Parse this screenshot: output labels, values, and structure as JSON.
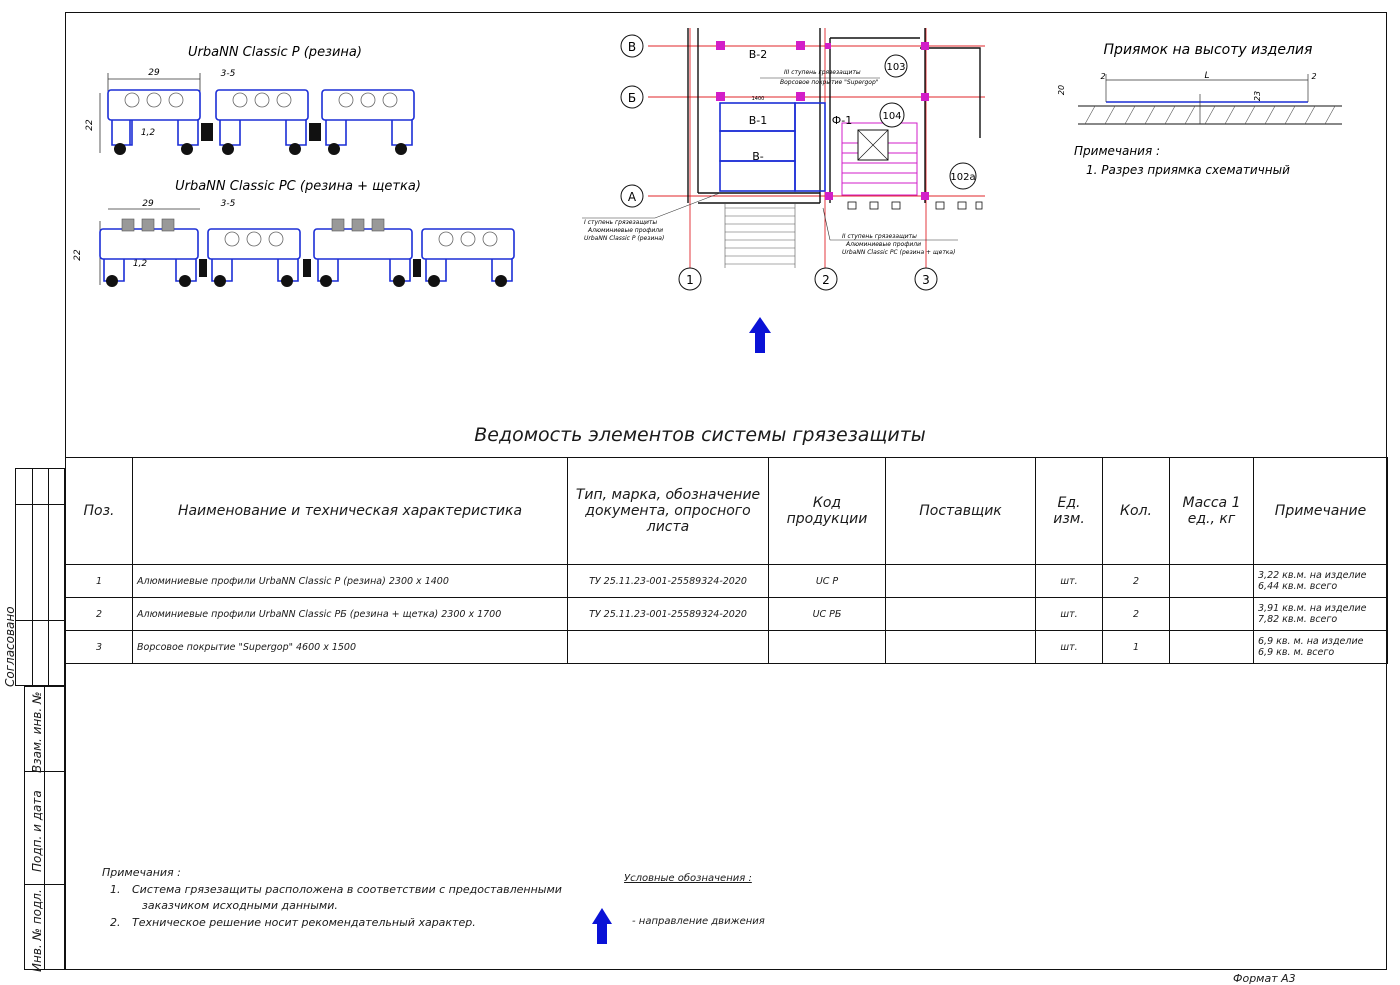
{
  "profile_top": {
    "title": "UrbaNN Classic  P  (резина)",
    "dim_width": "29",
    "dim_gap": "3-5",
    "dim_height": "22",
    "dim_small": "1,2"
  },
  "profile_bottom": {
    "title": "UrbaNN Classic  PC  (резина + щетка)",
    "dim_width": "29",
    "dim_gap": "3-5",
    "dim_height": "22",
    "dim_small": "1,2"
  },
  "plan": {
    "axes_letters": [
      "В",
      "Б",
      "А"
    ],
    "axes_numbers": [
      "1",
      "2",
      "3"
    ],
    "rooms": [
      "103",
      "104",
      "102а"
    ],
    "zones": [
      "В-2",
      "В-1",
      "В-",
      "Ф-1"
    ],
    "callout_left": [
      "I ступень грязезащиты",
      "Алюминиевые профили",
      "UrbaNN Classic  P (резина)"
    ],
    "callout_top": [
      "III ступень грязезащиты",
      "Ворсовое покрытие  \"Supergop\""
    ],
    "callout_bottom": [
      "II ступень грязезащиты",
      "Алюминиевые профили",
      "UrbaNN Classic  PC (резина + щетка)"
    ],
    "dim_label": "1400"
  },
  "pit": {
    "title": "Приямок на высоту изделия",
    "dim_left": "20",
    "dim_l": "L",
    "dim_23": "23",
    "dim_2a": "2",
    "dim_2b": "2",
    "notes_title": "Примечания :",
    "note_1": "1. Разрез приямка схематичный"
  },
  "table": {
    "title": "Ведомость элементов системы грязезащиты",
    "headers": {
      "pos": "Поз.",
      "name": "Наименование и техническая характеристика",
      "type": "Тип, марка, обозначение документа, опросного листа",
      "code": "Код продукции",
      "supplier": "Поставщик",
      "unit": "Ед. изм.",
      "qty": "Кол.",
      "mass": "Масса 1 ед., кг",
      "note": "Примечание"
    },
    "rows": [
      {
        "pos": "1",
        "name": "Алюминиевые профили  UrbaNN Classic  P  (резина)    2300 x 1400",
        "type": "ТУ  25.11.23-001-25589324-2020",
        "code": "UC P",
        "supplier": "",
        "unit": "шт.",
        "qty": "2",
        "mass": "",
        "note1": "3,22  кв.м. на изделие",
        "note2": "6,44  кв.м. всего"
      },
      {
        "pos": "2",
        "name": "Алюминиевые профили  UrbaNN Classic  PБ  (резина + щетка)   2300 x 1700",
        "type": "ТУ  25.11.23-001-25589324-2020",
        "code": "UC PБ",
        "supplier": "",
        "unit": "шт.",
        "qty": "2",
        "mass": "",
        "note1": "3,91  кв.м. на изделие",
        "note2": "7,82  кв.м. всего"
      },
      {
        "pos": "3",
        "name": "Ворсовое покрытие  \"Supergop\"  4600 x 1500",
        "type": "",
        "code": "",
        "supplier": "",
        "unit": "шт.",
        "qty": "1",
        "mass": "",
        "note1": "6,9  кв. м. на изделие",
        "note2": "6,9  кв. м. всего"
      }
    ]
  },
  "notes": {
    "title": "Примечания :",
    "item1_num": "1.",
    "item1_line1": "Система грязезащиты расположена в соответствии с предоставленными",
    "item1_line2": "заказчиком исходными данными.",
    "item2_num": "2.",
    "item2": "Техническое решение носит рекомендательный характер."
  },
  "legend": {
    "title": "Условные обозначения :",
    "arrow_label": "- направление движения",
    "arrow_color": "#0a12d6"
  },
  "stamp": {
    "agreed": "Согласовано",
    "inv_vzam": "Взам. инв. №",
    "sign_date": "Подп. и дата",
    "inv_podl": "Инв. № подл."
  },
  "format": "Формат А3",
  "colors": {
    "profile_blue": "#1c2ed6",
    "axis_red": "#e0242a",
    "magenta": "#d21ec8",
    "arrow_blue": "#0a12d6"
  }
}
